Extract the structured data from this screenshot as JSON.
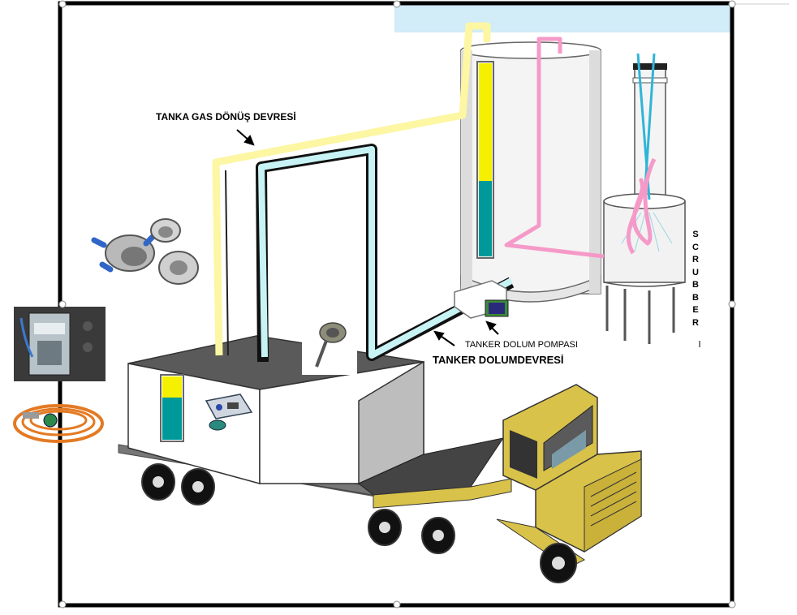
{
  "labels": {
    "gas_return": "TANKA GAS DÖNÜŞ DEVRESİ",
    "pump": "TANKER DOLUM POMPASI",
    "fill_circuit": "TANKER DOLUMDEVRESİ",
    "scrubber": [
      "S",
      "C",
      "R",
      "U",
      "B",
      "B",
      "E",
      "R"
    ]
  },
  "colors": {
    "gas_line": "#fdf6a3",
    "fill_line": "#c7f3f5",
    "scrubber_line": "#f59ac8",
    "level_yellow": "#f5f000",
    "level_teal": "#009999",
    "truck_yellow": "#d9c24a",
    "frame": "#000000"
  }
}
